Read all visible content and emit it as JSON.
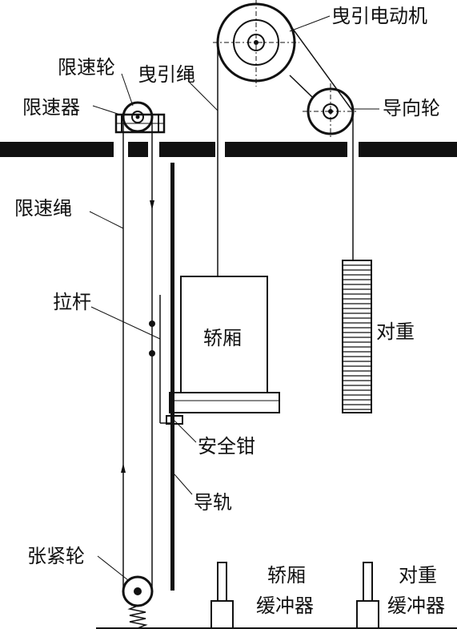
{
  "labels": {
    "traction_machine": "曳引电动机",
    "governor_sheave": "限速轮",
    "traction_rope": "曳引绳",
    "governor": "限速器",
    "guide_sheave": "导向轮",
    "governor_rope": "限速绳",
    "pull_rod": "拉杆",
    "car": "轿厢",
    "counterweight": "对重",
    "safety_gear": "安全钳",
    "guide_rail": "导轨",
    "tension_sheave": "张紧轮",
    "car_buffer_line1": "轿厢",
    "car_buffer_line2": "缓冲器",
    "cw_buffer_line1": "对重",
    "cw_buffer_line2": "缓冲器"
  },
  "colors": {
    "ink": "#111111",
    "paper": "#ffffff"
  }
}
